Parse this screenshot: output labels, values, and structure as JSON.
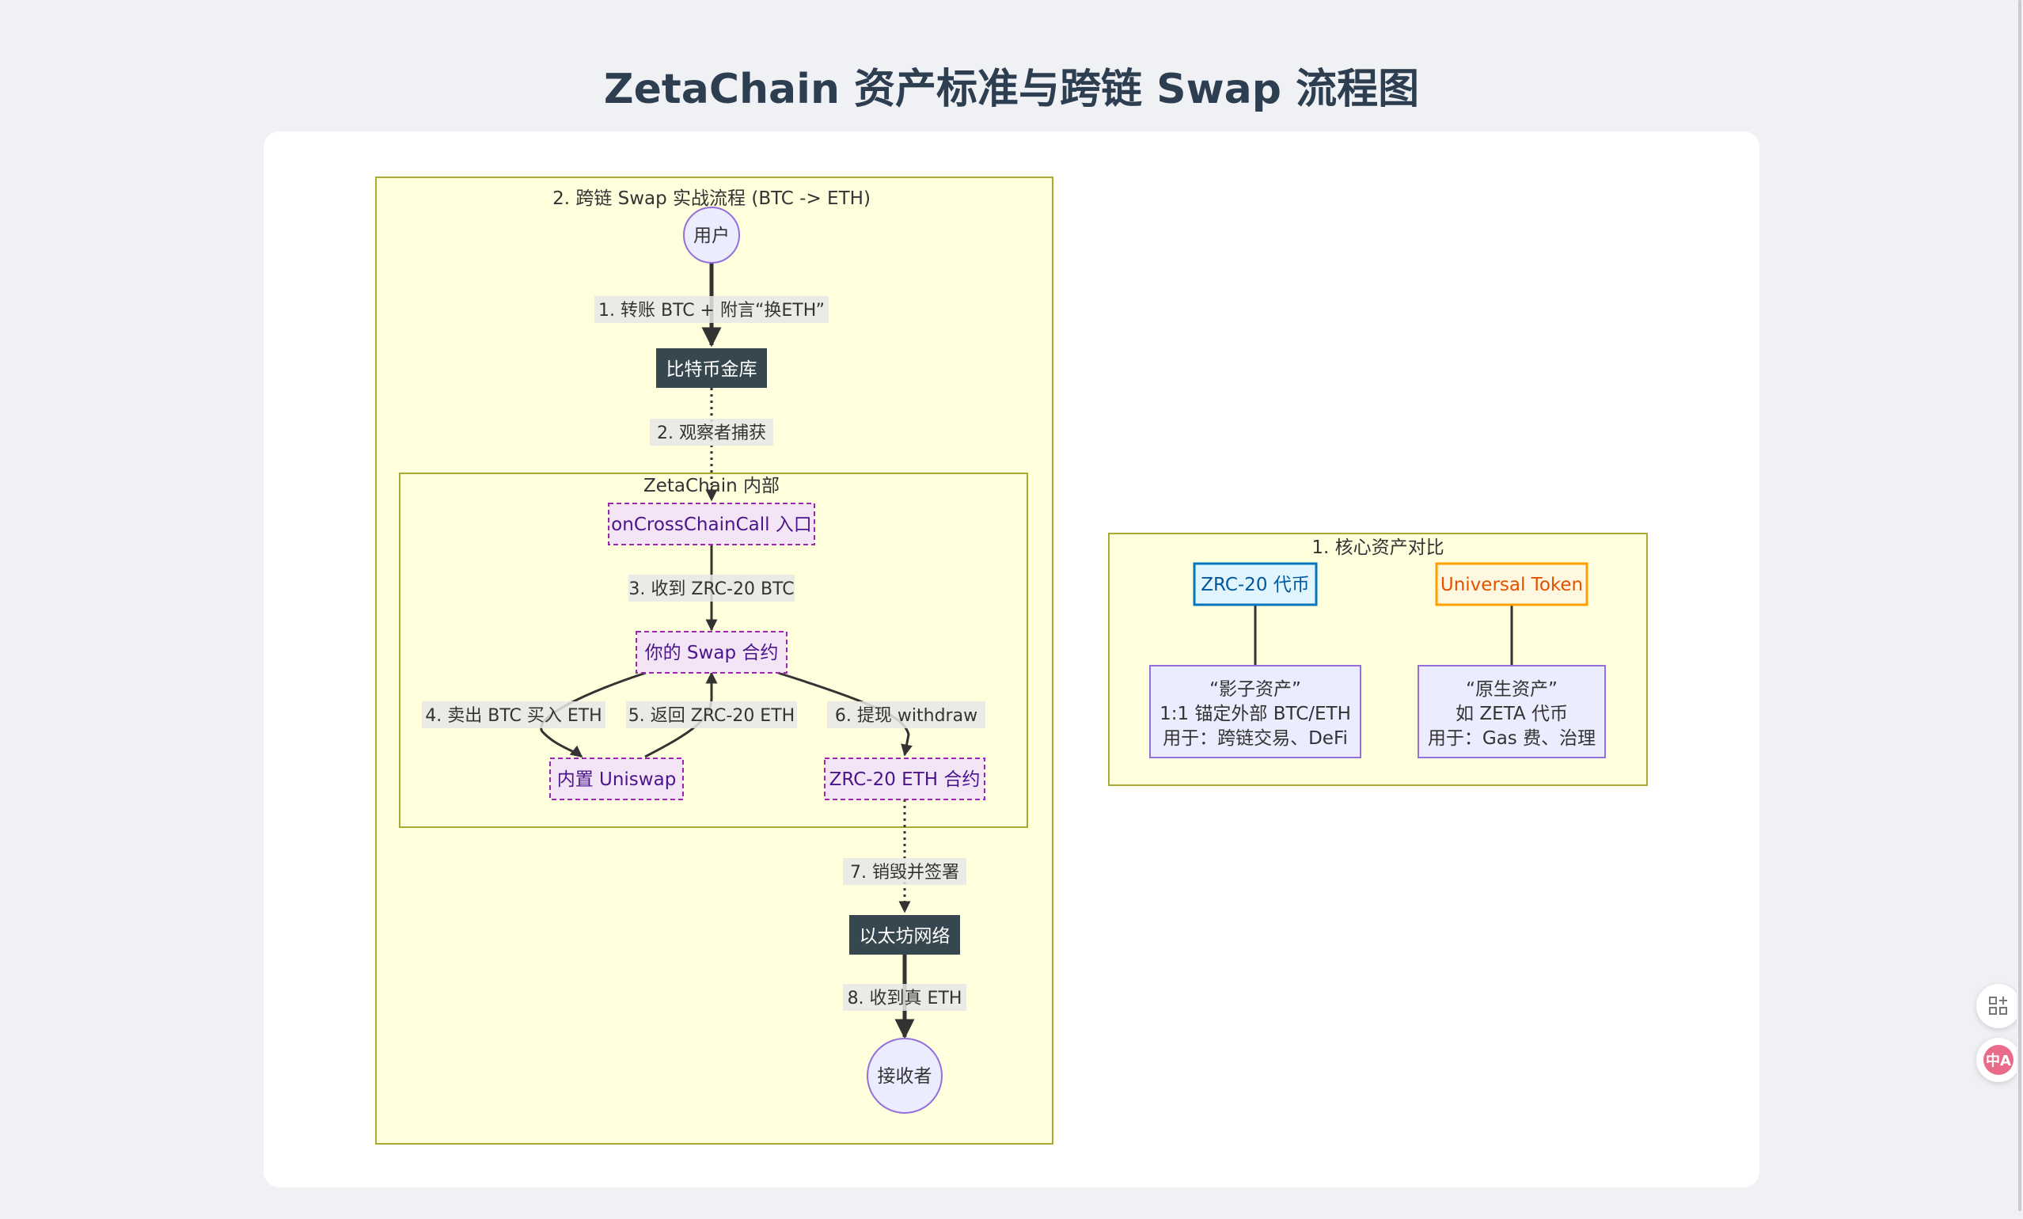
{
  "page": {
    "title": "ZetaChain 资产标准与跨链 Swap 流程图"
  },
  "flow": {
    "title": "2. 跨链 Swap 实战流程 (BTC -> ETH)",
    "inner_title": "ZetaChain 内部",
    "nodes": {
      "user": "用户",
      "btc_vault": "比特币金库",
      "entry": "onCrossChainCall 入口",
      "swap": "你的 Swap 合约",
      "uniswap": "内置 Uniswap",
      "zrc_eth": "ZRC-20 ETH 合约",
      "eth_net": "以太坊网络",
      "receiver": "接收者"
    },
    "edges": {
      "e1": "1. 转账 BTC + 附言“换ETH”",
      "e2": "2. 观察者捕获",
      "e3": "3. 收到 ZRC-20 BTC",
      "e4": "4. 卖出 BTC 买入 ETH",
      "e5": "5. 返回 ZRC-20 ETH",
      "e6": "6. 提现 withdraw",
      "e7": "7. 销毁并签署",
      "e8": "8. 收到真 ETH"
    }
  },
  "compare": {
    "title": "1. 核心资产对比",
    "zrc": {
      "label": "ZRC-20 代币",
      "line1": "“影子资产”",
      "line2": "1:1 锚定外部 BTC/ETH",
      "line3": "用于：跨链交易、DeFi"
    },
    "universal": {
      "label": "Universal Token",
      "line1": "“原生资产”",
      "line2": "如 ZETA 代币",
      "line3": "用于：Gas 费、治理"
    }
  },
  "side_buttons": {
    "apps_icon": "apps-add-icon",
    "translate_icon": "translate-icon",
    "translate_glyph": "中A"
  },
  "colors": {
    "title": "#2c3e50",
    "cluster_fill": "#ffffde",
    "cluster_stroke": "#aaaa33",
    "dark_node": "#37474f",
    "purple_fill": "#f3e5f5",
    "purple_stroke": "#9c27b0",
    "purple_text": "#4a148c",
    "zrc_stroke": "#0277bd",
    "universal_stroke": "#ffa000",
    "default_fill": "#ececff",
    "default_stroke": "#9370db"
  }
}
